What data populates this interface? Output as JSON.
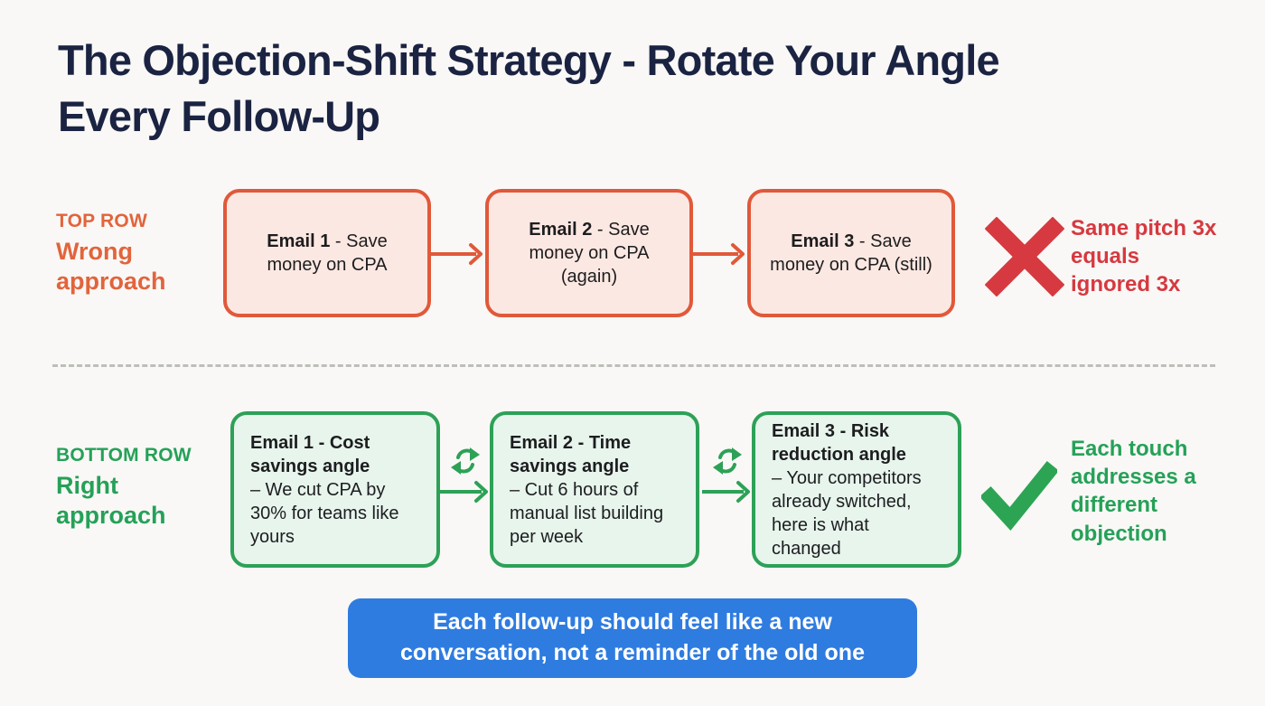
{
  "title": "The Objection-Shift Strategy - Rotate Your Angle Every Follow-Up",
  "colors": {
    "background": "#f9f8f6",
    "title": "#1b2342",
    "orange_accent": "#e2643c",
    "orange_border": "#e0593a",
    "orange_fill": "#fce8e2",
    "red_accent": "#d6393f",
    "green_accent": "#25a158",
    "green_border": "#2da157",
    "green_fill": "#e7f5ed",
    "banner_blue": "#2f7ce0",
    "banner_text": "#ffffff"
  },
  "top_row": {
    "label_small": "TOP ROW",
    "label_big": "Wrong approach",
    "boxes": [
      {
        "bold": "Email 1",
        "rest": " - Save money on CPA"
      },
      {
        "bold": "Email 2",
        "rest": " - Save money on CPA (again)"
      },
      {
        "bold": "Email 3",
        "rest": " - Save money on CPA (still)"
      }
    ],
    "result_icon": "x-icon",
    "result_text": "Same pitch 3x equals ignored 3x"
  },
  "bottom_row": {
    "label_small": "BOTTOM ROW",
    "label_big": "Right approach",
    "boxes": [
      {
        "bold": "Email 1 - Cost savings angle",
        "rest": "– We cut CPA by 30% for teams like yours"
      },
      {
        "bold": "Email 2 - Time savings angle",
        "rest": "– Cut 6 hours of manual list building per week"
      },
      {
        "bold": "Email 3 - Risk reduction angle",
        "rest": "– Your competitors already switched, here is what changed"
      }
    ],
    "connector_icon": "refresh-icon",
    "result_icon": "check-icon",
    "result_text": "Each touch addresses a different objection"
  },
  "banner": {
    "text": "Each follow-up should feel like a new conversation, not a reminder of the old one"
  }
}
